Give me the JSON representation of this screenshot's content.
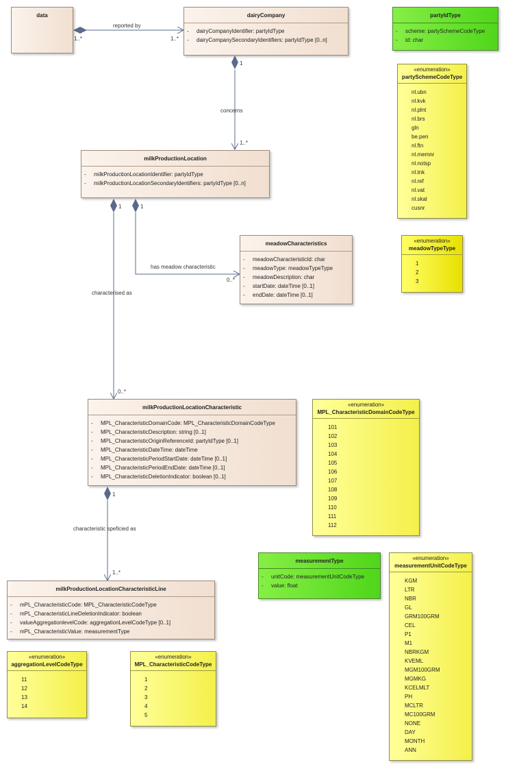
{
  "classes": {
    "data": {
      "name": "data"
    },
    "dairyCompany": {
      "name": "dairyCompany",
      "attrs": [
        "dairyCompanyIdentifier: partyIdType",
        "dairyCompanySecondaryIdentifiers: partyIdType [0..n]"
      ]
    },
    "partyIdType": {
      "name": "partyIdType",
      "attrs": [
        "scheme: partySchemeCodeType",
        "id: char"
      ]
    },
    "milkProductionLocation": {
      "name": "milkProductionLocation",
      "attrs": [
        "milkProductionLocationIdentifier: partyIdType",
        "milkProductionLocationSecondaryIdentifiers: partyIdType [0..n]"
      ]
    },
    "meadowCharacteristics": {
      "name": "meadowCharacteristics",
      "attrs": [
        "meadowCharacteristicId: char",
        "meadowType: meadowTypeType",
        "meadowDescription: char",
        "startDate: dateTime [0..1]",
        "endDate: dateTime [0..1]"
      ]
    },
    "mplc": {
      "name": "milkProductionLocationCharacteristic",
      "attrs": [
        "MPL_CharacteristicDomainCode: MPL_CharacteristicDomainCodeType",
        "MPL_CharacteristicDescription: string [0..1]",
        "MPL_CharacteristicOriginReferenceId: partyIdType [0..1]",
        "MPL_CharacteristicDateTime: dateTime",
        "MPL_CharacteristicPeriodStartDate: dateTime [0..1]",
        "MPL_CharacteristicPeriodEndDate: dateTime [0..1]",
        "MPL_CharacteristicDeletionIndicator: boolean [0..1]"
      ]
    },
    "mplcLine": {
      "name": "milkProductionLocationCharacteristicLine",
      "attrs": [
        "mPL_CharacteristicCode: MPL_CharacteristicCodeType",
        "mPL_CharacteristicLineDeletionIndicator: boolean",
        "valueAggregationlevelCode: aggregationLevelCodeType [0..1]",
        "mPL_CharacteristicValue: measurementType"
      ]
    },
    "measurementType": {
      "name": "measurementType",
      "attrs": [
        "unitCode: measurementUnitCodeType",
        "value: float"
      ]
    }
  },
  "enums": {
    "stereotype": "«enumeration»",
    "partySchemeCodeType": {
      "name": "partySchemeCodeType",
      "values": [
        "nl.ubn",
        "nl.kvk",
        "nl.plnt",
        "nl.brs",
        "gln",
        "be.pen",
        "nl.ftn",
        "nl.memnr",
        "nl.notsp",
        "nl.tnk",
        "nl.ref",
        "nl.vat",
        "nl.skal",
        "cusnr"
      ]
    },
    "meadowTypeType": {
      "name": "meadowTypeType",
      "values": [
        "1",
        "2",
        "3"
      ]
    },
    "domainCodeType": {
      "name": "MPL_CharacteristicDomainCodeType",
      "values": [
        "101",
        "102",
        "103",
        "104",
        "105",
        "106",
        "107",
        "108",
        "109",
        "110",
        "111",
        "112"
      ]
    },
    "measurementUnitCodeType": {
      "name": "measurementUnitCodeType",
      "values": [
        "KGM",
        "LTR",
        "NBR",
        "GL",
        "GRM100GRM",
        "CEL",
        "P1",
        "M1",
        "NBRKGM",
        "KVEML",
        "MGM100GRM",
        "MGMKG",
        "KCELMLT",
        "PH",
        "MCLTR",
        "MC100GRM",
        "NONE",
        "DAY",
        "MONTH",
        "ANN"
      ]
    },
    "aggregationLevelCodeType": {
      "name": "aggregationLevelCodeType",
      "values": [
        "11",
        "12",
        "13",
        "14"
      ]
    },
    "characteristicCodeType": {
      "name": "MPL_CharacteristicCodeType",
      "values": [
        "1",
        "2",
        "3",
        "4",
        "5"
      ]
    }
  },
  "relations": {
    "reported_by": {
      "label": "reported by",
      "mult_source": "1..*",
      "mult_target": "1..*"
    },
    "concerns": {
      "label": "concerns",
      "mult_source": "1",
      "mult_target": "1..*"
    },
    "has_meadow": {
      "label": "has meadow characteristic",
      "mult_source": "1",
      "mult_target": "0..*"
    },
    "characterised_as": {
      "label": "characterised as",
      "mult_source": "1",
      "mult_target": "0..*"
    },
    "specified_as": {
      "label": "characteristic speficied as",
      "mult_source": "1",
      "mult_target": "1..*"
    }
  },
  "colors": {
    "class_fill": "#f5e8dc",
    "enum_fill": "#ffff80",
    "green_fill": "#66e030",
    "line": "#5a6a8a"
  }
}
